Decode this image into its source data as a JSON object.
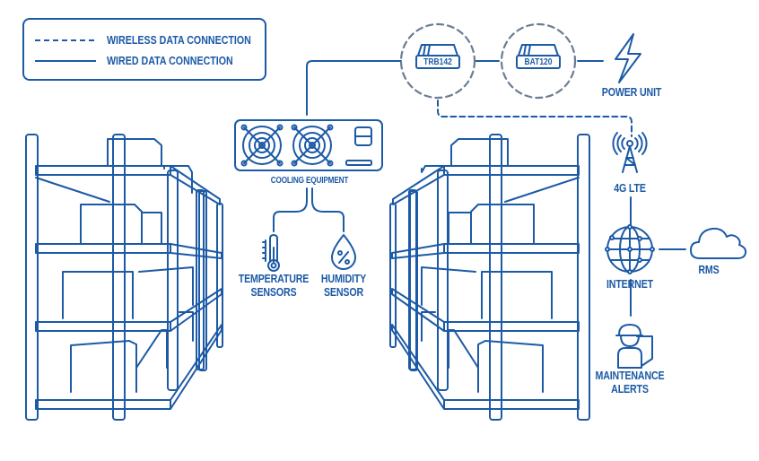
{
  "diagram": {
    "title": "Warehouse cooling monitoring solution",
    "colors": {
      "primary": "#1c5aa6",
      "dashed_circle": "#6b7c93",
      "background": "#ffffff"
    },
    "legend": {
      "items": [
        {
          "style": "dashed",
          "label": "WIRELESS DATA CONNECTION"
        },
        {
          "style": "solid",
          "label": "WIRED DATA CONNECTION"
        }
      ]
    },
    "nodes": {
      "trb142": {
        "label": "TRB142",
        "icon": "gateway-device-icon"
      },
      "bat120": {
        "label": "BAT120",
        "icon": "battery-device-icon"
      },
      "power_unit": {
        "label": "POWER UNIT",
        "icon": "lightning-bolt-icon"
      },
      "cooling": {
        "label": "COOLING EQUIPMENT",
        "icon": "cooling-unit-icon"
      },
      "temperature": {
        "label_line1": "TEMPERATURE",
        "label_line2": "SENSORS",
        "icon": "thermometer-icon"
      },
      "humidity": {
        "label_line1": "HUMIDITY",
        "label_line2": "SENSOR",
        "icon": "humidity-drop-icon"
      },
      "lte": {
        "label": "4G LTE",
        "icon": "cell-tower-icon"
      },
      "internet": {
        "label": "INTERNET",
        "icon": "globe-icon"
      },
      "rms": {
        "label": "RMS",
        "icon": "cloud-icon"
      },
      "maintenance": {
        "label_line1": "MAINTENANCE",
        "label_line2": "ALERTS",
        "icon": "technician-icon"
      }
    },
    "connections": [
      {
        "from": "cooling",
        "to": "trb142",
        "type": "wired"
      },
      {
        "from": "trb142",
        "to": "bat120",
        "type": "wired"
      },
      {
        "from": "bat120",
        "to": "power_unit",
        "type": "wired"
      },
      {
        "from": "trb142",
        "to": "lte",
        "type": "wireless"
      },
      {
        "from": "cooling",
        "to": "temperature",
        "type": "wired"
      },
      {
        "from": "cooling",
        "to": "humidity",
        "type": "wired"
      },
      {
        "from": "lte",
        "to": "internet",
        "type": "wired"
      },
      {
        "from": "internet",
        "to": "rms",
        "type": "wired"
      },
      {
        "from": "internet",
        "to": "maintenance",
        "type": "wired"
      }
    ]
  }
}
